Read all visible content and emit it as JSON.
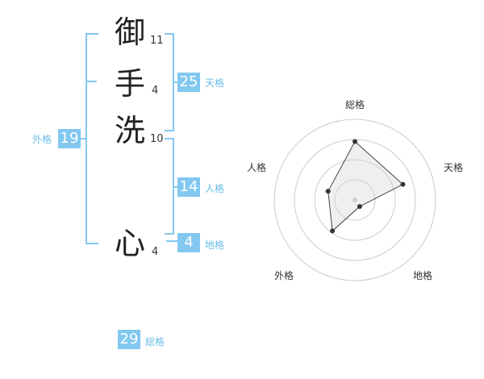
{
  "name": {
    "chars": [
      {
        "char": "御",
        "strokes": "11"
      },
      {
        "char": "手",
        "strokes": "4"
      },
      {
        "char": "洗",
        "strokes": "10"
      },
      {
        "char": "心",
        "strokes": "4"
      }
    ]
  },
  "scores": {
    "tenkaku": {
      "value": "25",
      "label": "天格"
    },
    "jinkaku": {
      "value": "14",
      "label": "人格"
    },
    "chikaku": {
      "value": "4",
      "label": "地格"
    },
    "gaikaku": {
      "value": "19",
      "label": "外格"
    },
    "soukaku": {
      "value": "29",
      "label": "総格"
    }
  },
  "colors": {
    "accent": "#82c8f0",
    "accent_text": "#6bbde8"
  },
  "chart_data": {
    "type": "radar",
    "axes": [
      "総格",
      "天格",
      "地格",
      "外格",
      "人格"
    ],
    "values": [
      29,
      25,
      4,
      19,
      14
    ],
    "scale_note": "",
    "rings": 4
  }
}
